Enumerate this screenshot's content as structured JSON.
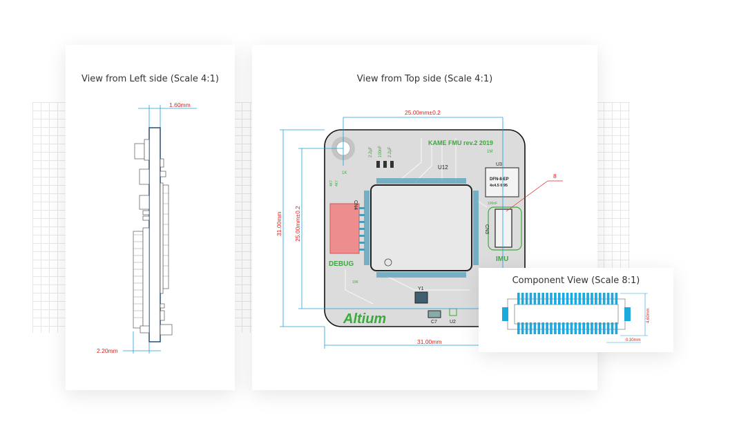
{
  "left_view": {
    "title": "View from Left side (Scale 4:1)",
    "dim_thickness": "1.60mm",
    "dim_bottom": "2.20mm"
  },
  "top_view": {
    "title": "View from Top side (Scale 4:1)",
    "dim_top": "25.00mm±0.2",
    "dim_bottom": "31.00mm",
    "dim_left_outer": "31.00mm",
    "dim_left_inner": "25.00mm±0.2",
    "callout": "8",
    "board_title": "KAME FMU rev.2 2019",
    "labels": {
      "u12": "U12",
      "u3": "U3",
      "u3_pkg1": "DFN-8-EP",
      "u3_pkg2": "4x4.5 0.95",
      "cn4": "CN4",
      "cn3": "CN3",
      "debug": "DEBUG",
      "imu": "IMU",
      "y1": "Y1",
      "c7": "C7",
      "u2": "U2",
      "logo": "Altium",
      "cap1": "2.2µF",
      "cap2": "100nF",
      "cap3": "2.2µF",
      "r1": "1K",
      "r2": "4K7",
      "r3": "4K7",
      "m1": "1M",
      "c100": "100nF",
      "r10k": "10K"
    }
  },
  "component_view": {
    "title": "Component View (Scale 8:1)",
    "dim_height": "4.60mm",
    "dim_pitch": "0.30mm"
  },
  "colors": {
    "pcb": "#dcdcdc",
    "silk": "#3aaa3a",
    "dim_line": "#1aa0d8",
    "dim_text": "#e02020",
    "pin": "#1ba9e0"
  }
}
